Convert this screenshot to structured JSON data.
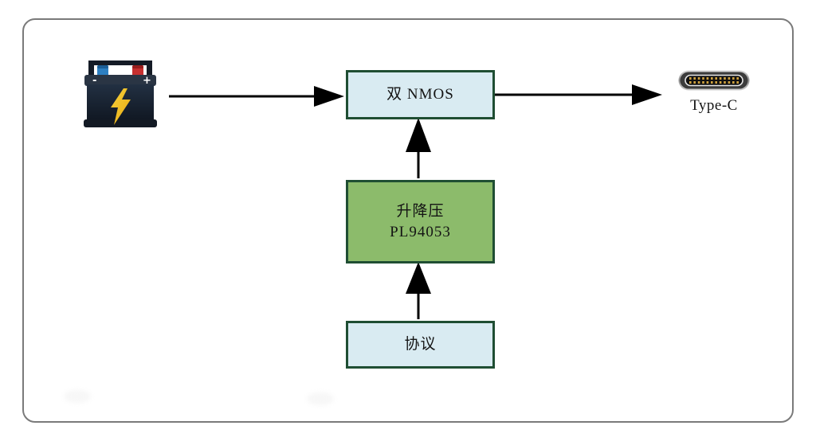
{
  "diagram": {
    "type": "block-diagram",
    "nodes": {
      "battery": {
        "icon": "battery-icon",
        "minus_sign": "-",
        "plus_sign": "+"
      },
      "dual_nmos": {
        "label": "双 NMOS"
      },
      "buck_boost": {
        "line1": "升降压",
        "line2": "PL94053"
      },
      "protocol": {
        "label": "协议"
      },
      "type_c": {
        "icon": "usb-type-c-connector-icon",
        "label": "Type-C"
      }
    },
    "edges": [
      {
        "from": "battery",
        "to": "dual_nmos",
        "direction": "right"
      },
      {
        "from": "dual_nmos",
        "to": "type_c",
        "direction": "right"
      },
      {
        "from": "buck_boost",
        "to": "dual_nmos",
        "direction": "up"
      },
      {
        "from": "protocol",
        "to": "buck_boost",
        "direction": "up"
      }
    ],
    "colors": {
      "light_box_fill": "#d9ebf2",
      "green_box_fill": "#8cbb6b",
      "box_border": "#1f4e33",
      "arrow": "#000000",
      "frame_border": "#7a7a7a",
      "bolt_yellow": "#f2c11e",
      "pin_gold": "#cfa23f",
      "terminal_blue": "#2d7fc1",
      "terminal_red": "#c63030"
    }
  }
}
